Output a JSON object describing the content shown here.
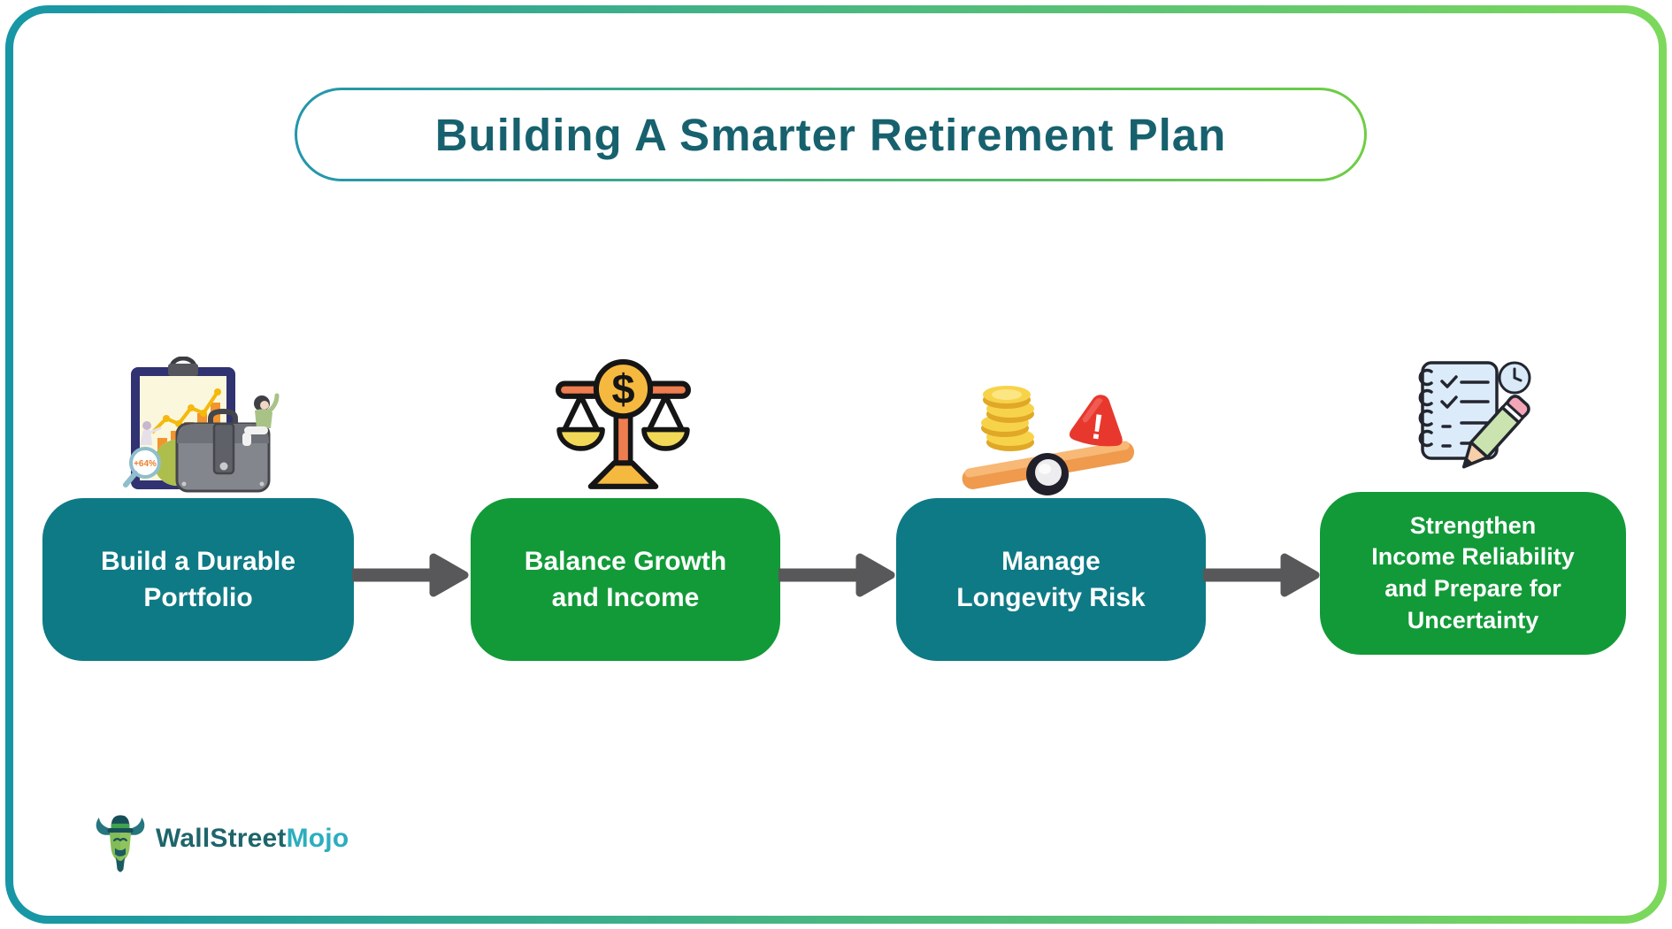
{
  "title": "Building A Smarter Retirement Plan",
  "steps": [
    {
      "label": "Build a Durable\nPortfolio",
      "color": "#0E7A85"
    },
    {
      "label": "Balance Growth\nand Income",
      "color": "#129A38"
    },
    {
      "label": "Manage\nLongevity Risk",
      "color": "#0E7A85"
    },
    {
      "label": "Strengthen\nIncome Reliability\nand Prepare for\nUncertainty",
      "color": "#129A38"
    }
  ],
  "icons": {
    "portfolio": {
      "name": "portfolio-analysis-icon",
      "magnifier_badge": "+64%"
    },
    "balance": {
      "name": "balance-scale-icon",
      "scale_symbol": "$"
    },
    "seesaw": {
      "name": "seesaw-risk-icon",
      "warning_symbol": "!"
    },
    "checklist": {
      "name": "checklist-pencil-icon"
    }
  },
  "logo": {
    "primary": "WallStreet",
    "secondary": "Mojo"
  },
  "colors": {
    "teal_box": "#0E7A85",
    "green_box": "#129A38",
    "arrow": "#58585A",
    "title_text": "#17616E",
    "frame_gradient_start": "#1796A6",
    "frame_gradient_end": "#7CD95C",
    "logo_primary_text": "#1E656B",
    "logo_secondary_text": "#2BAEBE"
  }
}
